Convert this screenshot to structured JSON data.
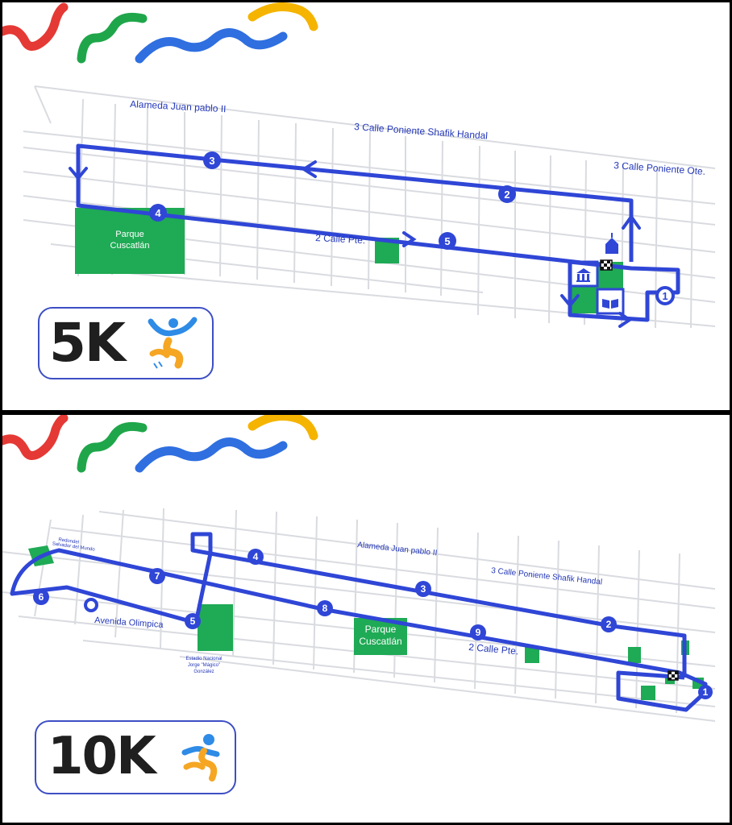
{
  "colors": {
    "route": "#2f46d6",
    "park": "#1faa55",
    "street": "#d6d8de",
    "deco_red": "#e53935",
    "deco_green": "#1fa64a",
    "deco_blue": "#2f6fe0",
    "deco_orange": "#f5b400",
    "runner_blue": "#2e8be6",
    "runner_orange": "#f5a623"
  },
  "map_5k": {
    "badge": "5K",
    "streets": {
      "alameda": "Alameda Juan pablo II",
      "calle3_shafik": "3 Calle Poniente Shafik Handal",
      "calle3_ote": "3 Calle Poniente Ote.",
      "calle2": "2 Calle Pte."
    },
    "park_label": [
      "Parque",
      "Cuscatlán"
    ],
    "markers": [
      "1",
      "2",
      "3",
      "4",
      "5"
    ],
    "icons": [
      "church-icon",
      "museum-icon",
      "library-icon",
      "finish-flag-icon",
      "runner-icon"
    ]
  },
  "map_10k": {
    "badge": "10K",
    "streets": {
      "alameda": "Alameda Juan pablo II",
      "calle3_shafik": "3 Calle Poniente Shafik Handal",
      "calle2": "2 Calle Pte.",
      "olimpica": "Avenida Olimpica"
    },
    "park_label": [
      "Parque",
      "Cuscatlán"
    ],
    "redondel_label": [
      "Redondel",
      "Salvador del Mundo"
    ],
    "estadio_label": [
      "Estadio Nacional",
      "Jorge \"Mágico\"",
      "González"
    ],
    "markers": [
      "1",
      "2",
      "3",
      "4",
      "5",
      "6",
      "7",
      "8",
      "9"
    ],
    "icons": [
      "finish-flag-icon",
      "runner-icon"
    ]
  }
}
